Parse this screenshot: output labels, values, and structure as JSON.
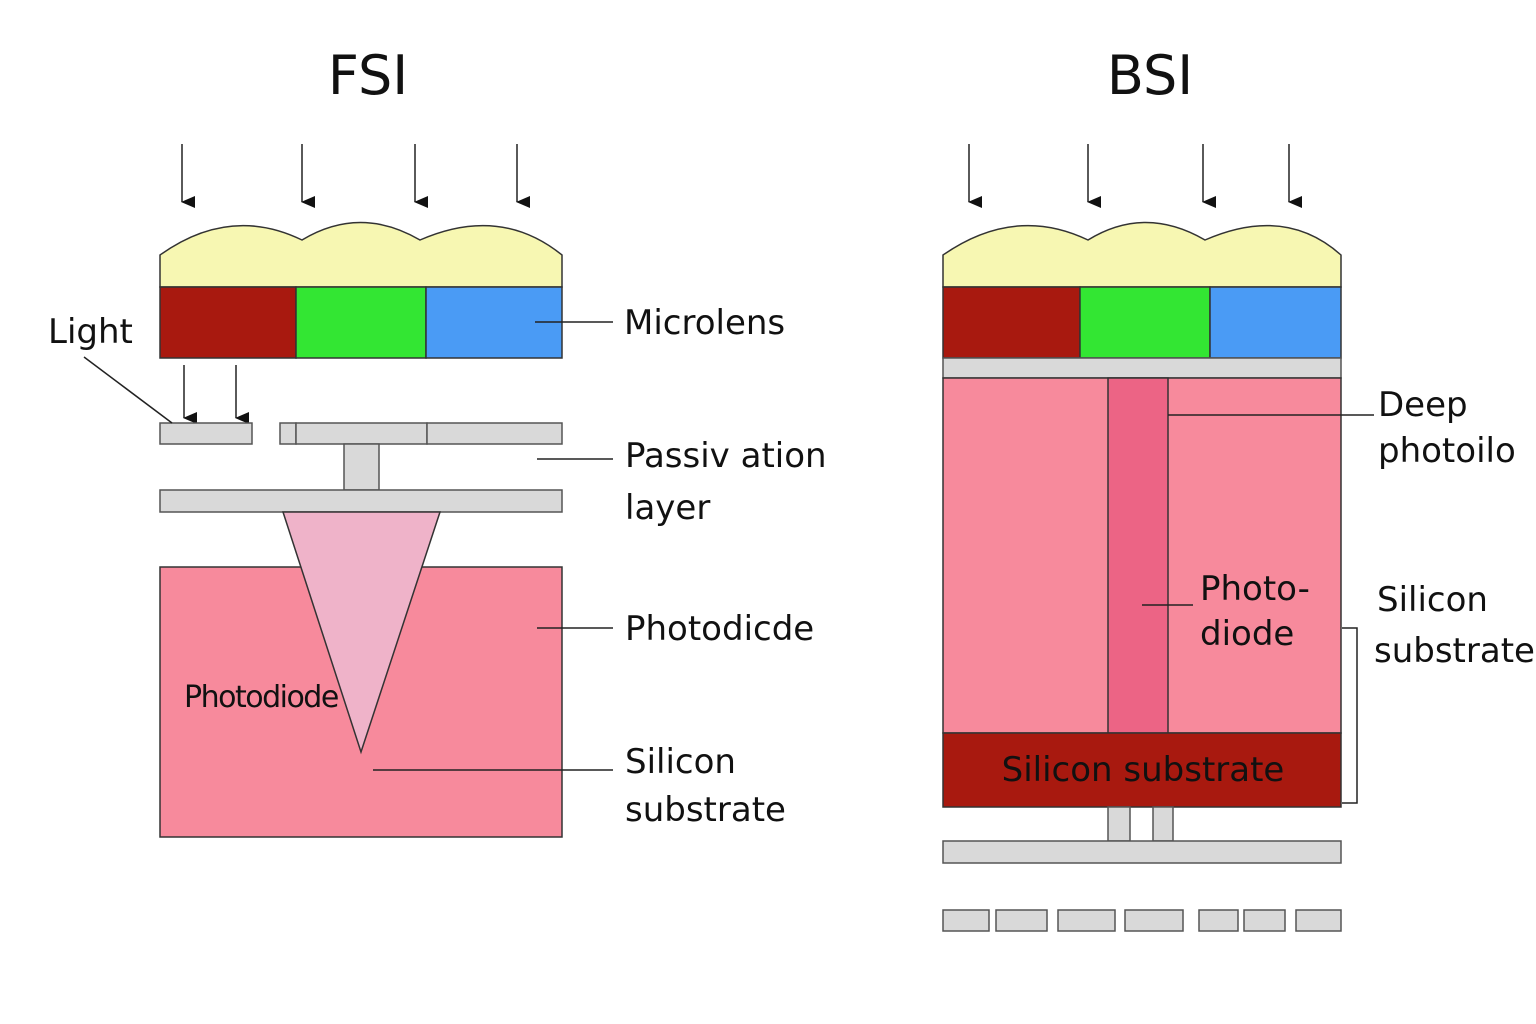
{
  "titles": {
    "left": "FSI",
    "right": "BSI"
  },
  "fsi": {
    "light_label": "Light",
    "microlens_label": "Microlens",
    "passivation_label_line1": "Passiv ation",
    "passivation_label_line2": "layer",
    "photodiode_label": "Photodicde",
    "silicon_label_line1": "Silicon",
    "silicon_label_line2": "substrate",
    "inner_photodiode_label": "Photodiode"
  },
  "bsi": {
    "deep_label_line1": "Deep",
    "deep_label_line2": "photoilo",
    "photodiode_label_line1": "Photo-",
    "photodiode_label_line2": "diode",
    "silicon_label_line1": "Silicon",
    "silicon_label_line2": "substrate",
    "bottom_label": "Silicon substrate"
  },
  "colors": {
    "microlens": "#f7f7b2",
    "filter_red": "#a8190f",
    "filter_green": "#33e633",
    "filter_blue": "#4a9bf5",
    "silicon": "#f78a9c",
    "light_cone": "#efb3c9",
    "deep_photodiode": "#ec6485",
    "substrate_dark": "#a8190f",
    "metal": "#d9d9d9"
  }
}
